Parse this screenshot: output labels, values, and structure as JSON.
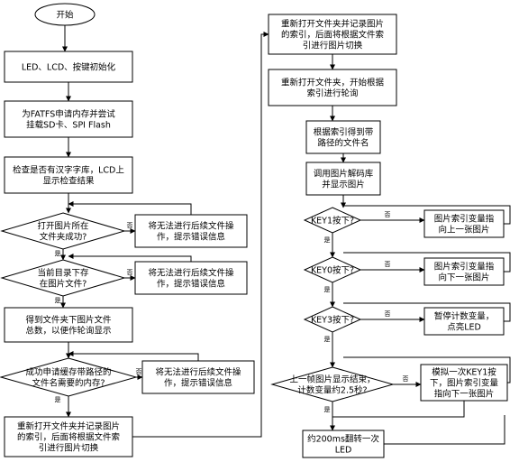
{
  "nodes": {
    "start": "开始",
    "init": "LED、LCD、按键初始化",
    "fatfs": [
      "为FATFS申请内存并尝试",
      "挂载SD卡、SPI Flash"
    ],
    "font_check": [
      "检查是否有汉字字库，LCD上",
      "显示检查结果"
    ],
    "open_dir_q": [
      "打开图片所在",
      "文件夹成功?"
    ],
    "err1": [
      "将无法进行后续文件操",
      "作，提示错误信息"
    ],
    "has_img_q": [
      "当前目录下存",
      "在图片文件?"
    ],
    "err2": [
      "将无法进行后续文件操",
      "作，提示错误信息"
    ],
    "get_count": [
      "得到文件夹下图片文件",
      "总数，以便作轮询显示"
    ],
    "mem_q": [
      "成功申请缓存带路径的",
      "文件名需要的内存?"
    ],
    "err3": [
      "将无法进行后续文件操",
      "作，提示错误信息"
    ],
    "reopen_left": [
      "重新打开文件夹并记录图片",
      "的索引，后面将根据文件索",
      "引进行图片切换"
    ],
    "reopen_right": [
      "重新打开文件夹并记录图片",
      "的索引，后面将根据文件索",
      "引进行图片切换"
    ],
    "poll": [
      "重新打开文件夹，开始根据",
      "索引进行轮询"
    ],
    "get_name": [
      "根据索引得到带",
      "路径的文件名"
    ],
    "decode": [
      "调用图片解码库",
      "并显示图片"
    ],
    "key1_q": "KEY1按下?",
    "prev_img": [
      "图片索引变量指",
      "向上一张图片"
    ],
    "key0_q": "KEY0按下?",
    "next_img": [
      "图片索引变量指",
      "向下一张图片"
    ],
    "key3_q": "KEY3按下?",
    "pause": [
      "暂停计数变量，",
      "点亮LED"
    ],
    "timer_q": [
      "上一帧图片显示结束，",
      "计数变量约2.5秒?"
    ],
    "sim_key": [
      "模拟一次KEY1按",
      "下，图片索引变量",
      "指向下一张图片"
    ],
    "toggle_led": [
      "约200ms翻转一次",
      "LED"
    ]
  },
  "edge_labels": {
    "yes": "是",
    "no": "否"
  },
  "colors": {
    "stroke": "#000000",
    "fill": "#ffffff",
    "text": "#000000"
  }
}
